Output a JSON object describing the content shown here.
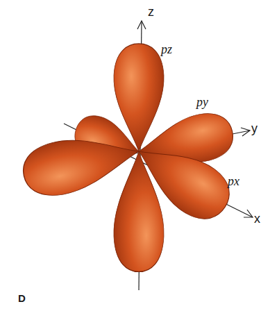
{
  "diagram": {
    "labels": [
      "z",
      "pz",
      "py",
      "y",
      "px",
      "x",
      "D"
    ]
  }
}
